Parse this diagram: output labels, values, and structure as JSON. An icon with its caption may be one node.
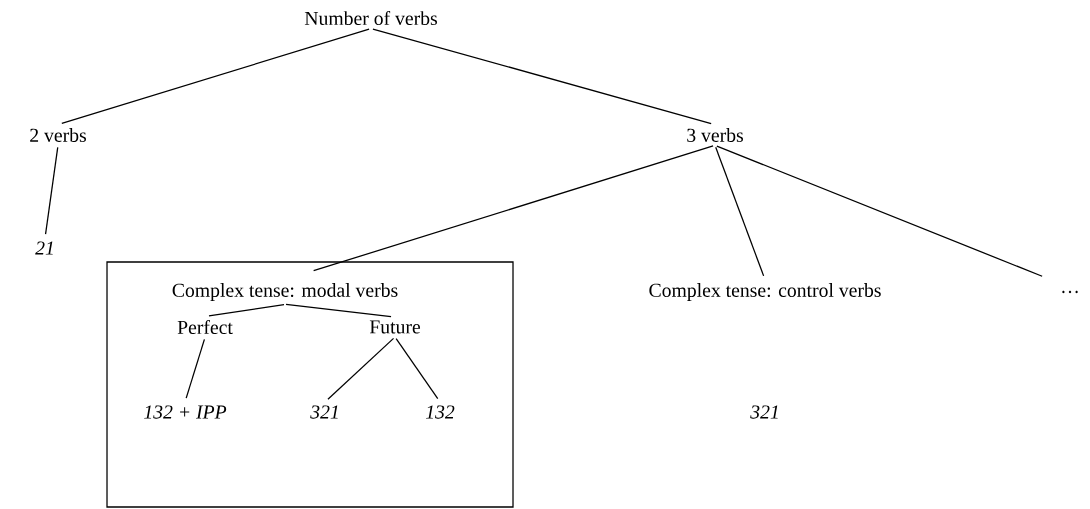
{
  "diagram": {
    "nodes": [
      {
        "text": [
          "Number of verbs"
        ]
      },
      {
        "text": [
          "2 verbs"
        ]
      },
      {
        "text": [
          "3 verbs"
        ]
      },
      {
        "text": [
          "21"
        ]
      },
      {
        "text": [
          "Complex tense: modal verbs"
        ]
      },
      {
        "text": [
          "Perfect"
        ],
        "in": 4
      },
      {
        "text": [
          "Future"
        ],
        "in": 4
      },
      {
        "text": [
          "132 + IPP"
        ],
        "in": 4
      },
      {
        "text": [
          "321"
        ],
        "in": 4
      },
      {
        "text": [
          "132"
        ],
        "in": 4
      },
      {
        "text": [
          "Complex tense: control verbs"
        ]
      },
      {
        "text": [
          "321"
        ]
      },
      {
        "text": [
          "…"
        ]
      }
    ],
    "edges": [
      {
        "from": 0,
        "to": 1,
        "arrow": "none"
      },
      {
        "from": 0,
        "to": 2,
        "arrow": "none"
      },
      {
        "from": 1,
        "to": 3,
        "arrow": "none"
      },
      {
        "from": 2,
        "to": 4,
        "arrow": "none"
      },
      {
        "from": 2,
        "to": 10,
        "arrow": "none"
      },
      {
        "from": 2,
        "to": 12,
        "arrow": "none"
      },
      {
        "from": 4,
        "to": 5,
        "arrow": "none"
      },
      {
        "from": 4,
        "to": 6,
        "arrow": "none"
      },
      {
        "from": 5,
        "to": 7,
        "arrow": "none"
      },
      {
        "from": 6,
        "to": 8,
        "arrow": "none"
      },
      {
        "from": 6,
        "to": 9,
        "arrow": "none"
      }
    ]
  }
}
